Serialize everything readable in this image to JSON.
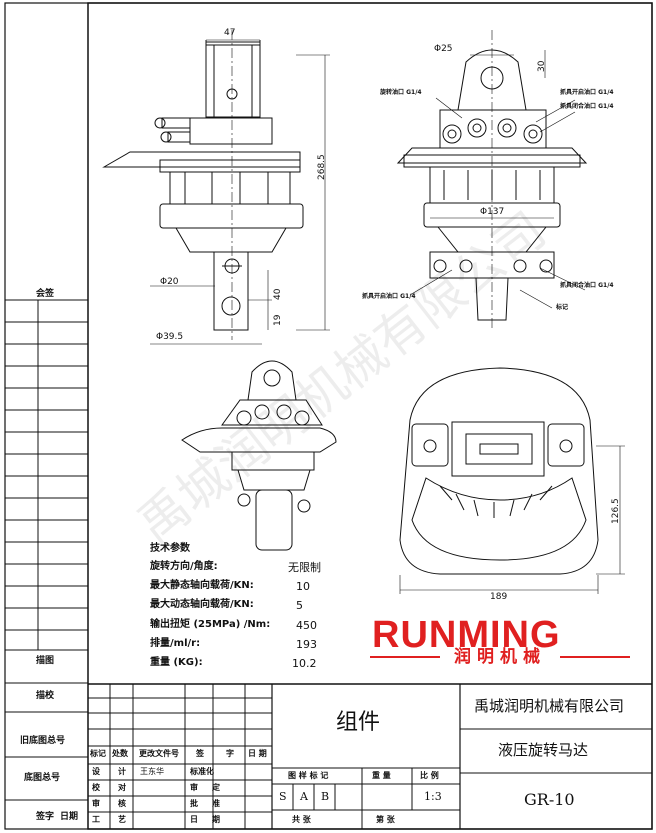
{
  "dimensions": {
    "width_47": "47",
    "phi25": "Φ25",
    "d30": "30",
    "d268": "268.5",
    "phi137": "Φ137",
    "phi20": "Φ20",
    "d40": "40",
    "d19": "19",
    "phi395": "Φ39.5",
    "d1265": "126.5",
    "d189": "189"
  },
  "ports": {
    "rot_in_left": "旋转油口 G1/4",
    "open_port": "抓具开启油口 G1/4",
    "close_port": "抓具闭合油口 G1/4",
    "open_port_bottom": "抓具开启油口 G1/4",
    "close_port_bottom": "抓具闭合油口 G1/4",
    "mark": "标记"
  },
  "tech": {
    "title": "技术参数",
    "rows": [
      {
        "label": "旋转方向/角度:",
        "value": "无限制"
      },
      {
        "label": "最大静态轴向载荷/KN:",
        "value": "10"
      },
      {
        "label": "最大动态轴向载荷/KN:",
        "value": "5"
      },
      {
        "label": "输出扭矩 (25MPa) /Nm:",
        "value": "450"
      },
      {
        "label": "排量/ml/r:",
        "value": "193"
      },
      {
        "label": "重量 (KG):",
        "value": "10.2"
      }
    ]
  },
  "logo": {
    "latin": "RUNMING",
    "cn": "润明机械"
  },
  "watermark": "禹城润明机械有限公司",
  "side_labels": {
    "huiqian": "会签",
    "miaotu": "描图",
    "miaojiao": "描校",
    "jiudituhao": "旧底图总号",
    "dituzonghao": "底图总号",
    "qianzi": "签字",
    "riqi": "日期"
  },
  "titleblock": {
    "part": "组件",
    "company": "禹城润明机械有限公司",
    "product": "液压旋转马达",
    "code": "GR-10",
    "scale": "1:3",
    "stage_label": "图 样 标 记",
    "weight_label": "重 量",
    "scale_label": "比 例",
    "stages": [
      "S",
      "A",
      "B"
    ],
    "total": "共     张",
    "page": "第     张",
    "rev_headers": [
      "标记",
      "处数",
      "更改文件号",
      "签",
      "字",
      "日 期"
    ],
    "roles": [
      {
        "l": "设",
        "r": "计",
        "name": "王东华",
        "l2": "标准化"
      },
      {
        "l": "校",
        "r": "对",
        "name": "",
        "l2": "审",
        "r2": "定"
      },
      {
        "l": "审",
        "r": "核",
        "name": "",
        "l2": "批",
        "r2": "准"
      },
      {
        "l": "工",
        "r": "艺",
        "name": "",
        "l2": "日",
        "r2": "期"
      }
    ]
  }
}
